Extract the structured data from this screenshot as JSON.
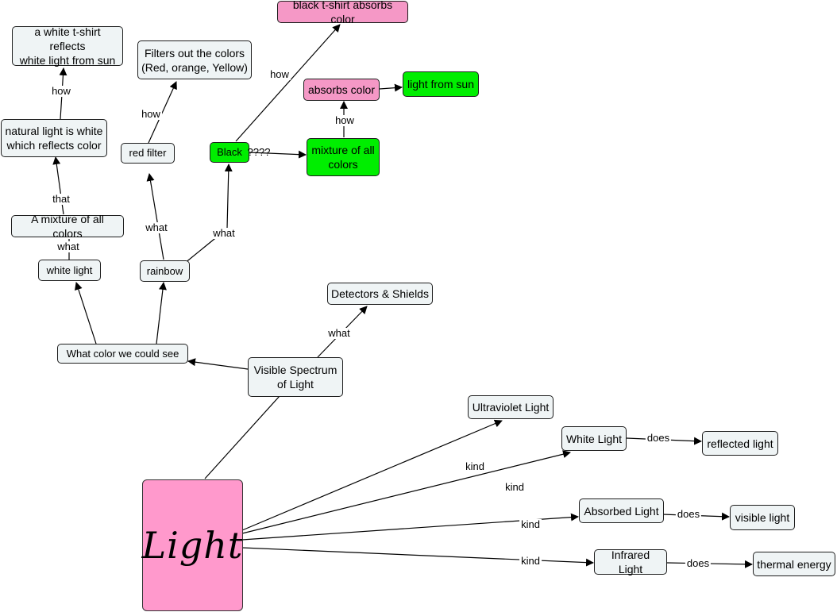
{
  "colors": {
    "default_node": "#eff4f5",
    "pink_node": "#f598c6",
    "green_node": "#00ee00",
    "light_node": "#ff99cc"
  },
  "nodes": {
    "light": "Light",
    "visible_spectrum": "Visible Spectrum\nof Light",
    "what_color": "What color we could see",
    "detectors": "Detectors & Shields",
    "white_light": "white light",
    "rainbow": "rainbow",
    "mixture_colors": "A mixture of all colors",
    "natural_light": "natural light is white\nwhich reflects color",
    "white_tshirt": "a white t-shirt reflects\nwhite light from sun",
    "red_filter": "red filter",
    "filters": "Filters out the colors\n(Red, orange, Yellow)",
    "black": "Black",
    "black_tshirt": "black t-shirt absorbs color",
    "mixture_all": "mixture of all\ncolors",
    "absorbs_color": "absorbs color",
    "light_from_sun": "light from sun",
    "ultraviolet": "Ultraviolet Light",
    "white_light_kind": "White Light",
    "reflected": "reflected light",
    "absorbed": "Absorbed Light",
    "visible_light": "visible light",
    "infrared": "Infrared Light",
    "thermal": "thermal energy"
  },
  "links": {
    "what_detectors": "what",
    "what_red_filter": "what",
    "what_black": "what",
    "what_mixture": "what",
    "that": "that",
    "how_white_tshirt": "how",
    "how_filters": "how",
    "how_black_tshirt": "how",
    "how_absorbs": "how",
    "questions": "????",
    "kind_ultraviolet": "kind",
    "kind_white": "kind",
    "kind_absorbed": "kind",
    "kind_infrared": "kind",
    "does_reflected": "does",
    "does_visible": "does",
    "does_thermal": "does"
  }
}
